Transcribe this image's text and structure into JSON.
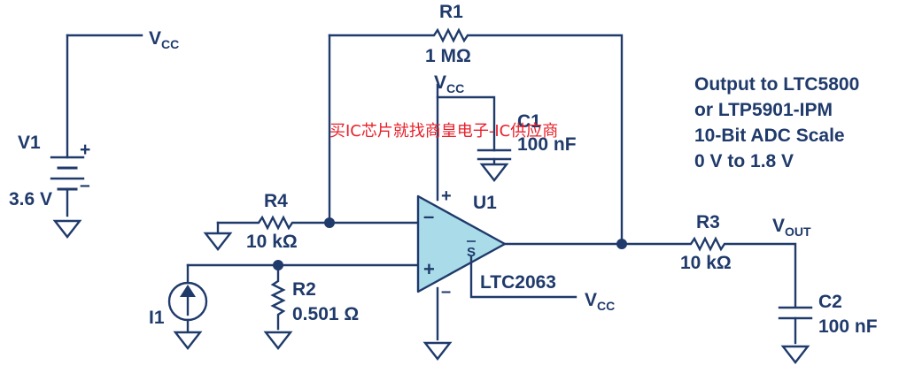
{
  "diagram": {
    "labels": {
      "vcc_v": "V",
      "vcc_sub": "CC",
      "vout_v": "V",
      "vout_sub": "OUT",
      "plus": "+",
      "minus": "–"
    },
    "components": {
      "v1": {
        "name": "V1",
        "value": "3.6 V"
      },
      "r1": {
        "name": "R1",
        "value": "1 MΩ"
      },
      "r2": {
        "name": "R2",
        "value": "0.501 Ω"
      },
      "r3": {
        "name": "R3",
        "value": "10 kΩ"
      },
      "r4": {
        "name": "R4",
        "value": "10 kΩ"
      },
      "c1": {
        "name": "C1",
        "value": "100 nF"
      },
      "c2": {
        "name": "C2",
        "value": "100 nF"
      },
      "i1": {
        "name": "I1"
      },
      "u1": {
        "name": "U1",
        "part": "LTC2063",
        "shutdown_pin": "S"
      }
    },
    "note": [
      "Output to LTC5800",
      "or LTP5901-IPM",
      "10-Bit ADC Scale",
      "0 V to 1.8 V"
    ],
    "watermark": "买IC芯片就找商皇电子-IC供应商"
  }
}
